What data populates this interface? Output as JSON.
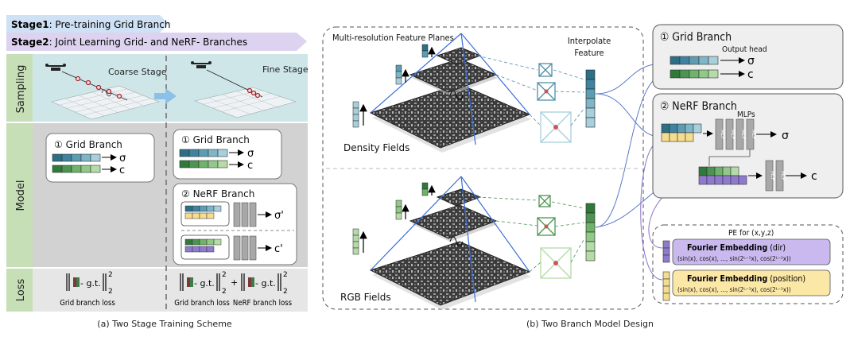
{
  "left_panel": {
    "stage1_label": "Stage1",
    "stage1_text": ": Pre-training Grid Branch",
    "stage2_label": "Stage2",
    "stage2_text": ": Joint Learning Grid- and NeRF- Branches",
    "rows": {
      "sampling": "Sampling",
      "model": "Model",
      "loss": "Loss"
    },
    "coarse_stage": "Coarse Stage",
    "fine_stage": "Fine Stage",
    "grid_branch": "① Grid Branch",
    "nerf_branch": "② NeRF Branch",
    "sigma": "σ",
    "c": "c",
    "sigma_prime": "σ'",
    "c_prime": "c'",
    "gt": "- g.t.",
    "exp": "2",
    "sub": "2",
    "plus": "+",
    "grid_loss": "Grid branch loss",
    "nerf_loss": "NeRF branch loss",
    "caption": "(a) Two Stage Training Scheme"
  },
  "middle_panel": {
    "feature_planes": "Multi-resolution Feature Planes",
    "interpolate": "Interpolate",
    "feature": "Feature",
    "density_fields": "Density Fields",
    "rgb_fields": "RGB Fields",
    "caption": "(b) Two Branch Model Design"
  },
  "right_panel": {
    "grid_branch": "① Grid Branch",
    "output_head": "Output head",
    "nerf_branch": "② NeRF Branch",
    "mlps": "MLPs",
    "mlp": "MLP",
    "sigma": "σ",
    "c": "c",
    "pe_for": "PE for (x,y,z)",
    "fourier_dir_bold": "Fourier Embedding",
    "fourier_dir_rest": " (dir)",
    "fourier_pos_bold": "Fourier Embedding",
    "fourier_pos_rest": " (position)",
    "formula": "(sin(x), cos(x), ..., sin(2ᴸ⁻¹x), cos(2ᴸ⁻¹x))"
  },
  "colors": {
    "teal_dark": "#2d6f86",
    "teal_mid": "#5c9db3",
    "teal_light": "#a7cfdc",
    "green_dark": "#2f7a3a",
    "green_mid": "#6fb26a",
    "green_light": "#b5dba8",
    "purple": "#8f7ad0",
    "yellow": "#f6dc8e",
    "sampling_bg": "#cfe6e9",
    "model_bg": "#d2d2d2",
    "loss_bg": "#e6e6e6",
    "side_green": "#c6dfb6"
  }
}
